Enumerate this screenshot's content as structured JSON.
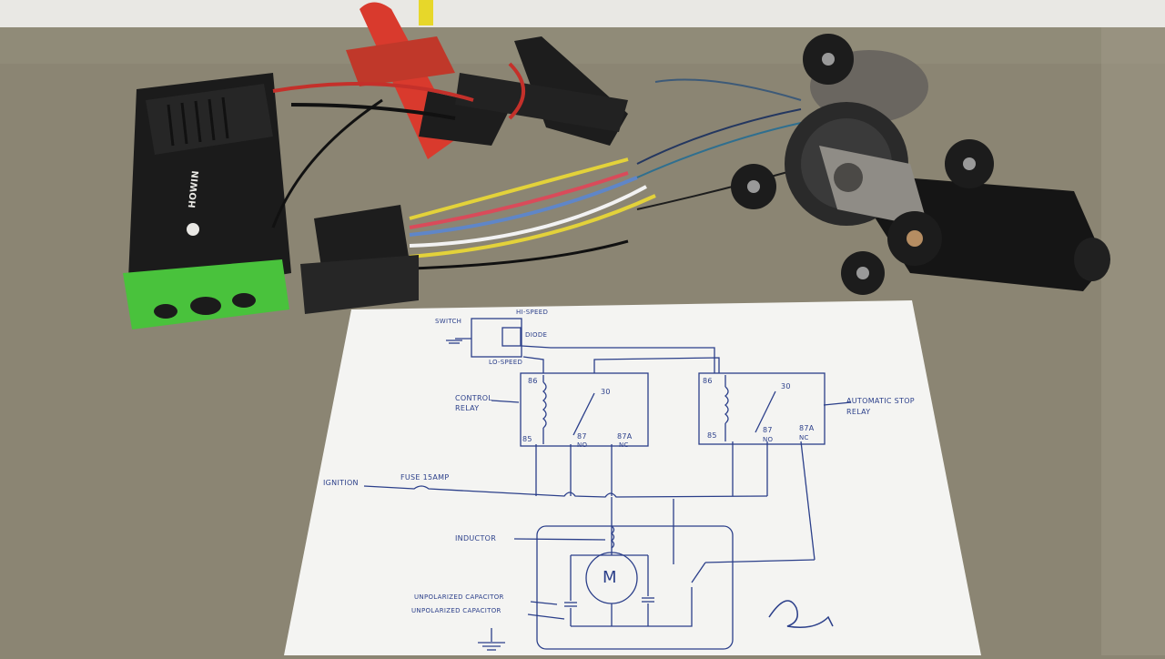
{
  "photo": {
    "colors": {
      "table": "#8b8573",
      "wall": "#e9e8e4",
      "paper": "#f4f4f2",
      "ink": "#2b3f8a",
      "powerbank_body": "#1b1b1b",
      "powerbank_accent": "#49c23c",
      "clamp_red": "#d93a2d",
      "relay_black": "#1d1d1d"
    },
    "powerbank": {
      "brand": "HOWIN"
    },
    "diagram": {
      "switch_label": "SWITCH",
      "hi_speed_label": "HI-SPEED",
      "lo_speed_label": "LO-SPEED",
      "diode_label": "DIODE",
      "control_relay_line1": "CONTROL",
      "control_relay_line2": "RELAY",
      "auto_stop_line1": "AUTOMATIC STOP",
      "auto_stop_line2": "RELAY",
      "ignition_label": "IGNITION",
      "fuse_label": "FUSE 15AMP",
      "inductor_label": "INDUCTOR",
      "motor_symbol": "M",
      "unpolarized_cap_label": "UNPOLARIZED CAPACITOR",
      "unpolarized_cap_label2": "UNPOLARIZED CAPACITOR",
      "relay1_pins": {
        "p86": "86",
        "p85": "85",
        "p30": "30",
        "p87": "87",
        "p87_sub": "NO",
        "p87a": "87A",
        "p87a_sub": "NC"
      },
      "relay2_pins": {
        "p86": "86",
        "p85": "85",
        "p30": "30",
        "p87": "87",
        "p87_sub": "NO",
        "p87a": "87A",
        "p87a_sub": "NC"
      }
    }
  }
}
